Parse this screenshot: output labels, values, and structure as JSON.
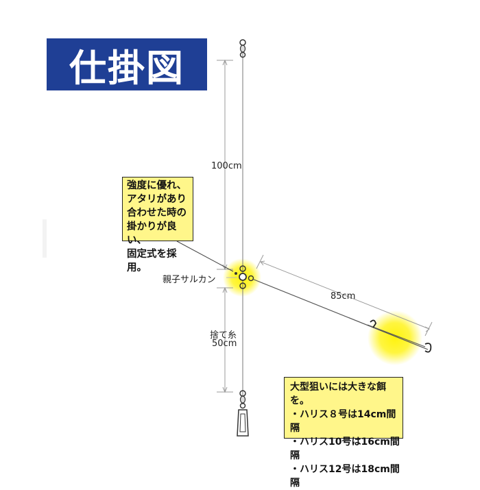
{
  "title": "仕掛図",
  "labels": {
    "upper_length": "100cm",
    "branch_length": "85cm",
    "swivel": "親子サルカン",
    "sinker_line": "捨て糸",
    "sinker_length": "50cm"
  },
  "callout_top": {
    "lines": [
      "強度に優れ、",
      "アタリがあり",
      "合わせた時の",
      "掛かりが良い、",
      "固定式を採用。"
    ]
  },
  "callout_bottom": {
    "lines": [
      "大型狙いには大きな餌を。",
      "・ハリス８号は14cm間隔",
      "・ハリス10号は16cm間隔",
      "・ハリス12号は18cm間隔"
    ]
  },
  "colors": {
    "title_bg": "#1f3f95",
    "highlight": "#fff200",
    "callout_bg": "#fff68a"
  }
}
